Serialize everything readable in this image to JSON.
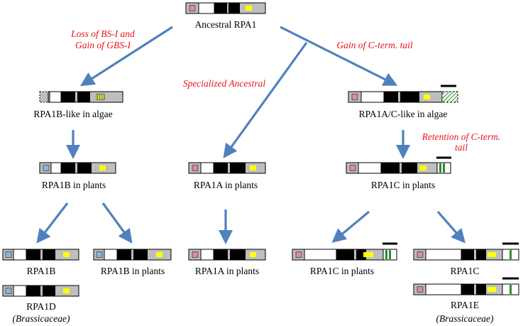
{
  "diagram": {
    "colors": {
      "arrow": "#4f81bd",
      "annotation_text": "#e8141c",
      "domain_pink": "#d98f95",
      "domain_blue": "#8fb4dc",
      "domain_yellow": "#ffff00",
      "domain_gray": "#bebebe",
      "domain_black": "#000000",
      "domain_green": "#2e8b2e",
      "domain_olive": "#7a7a1e"
    },
    "nodes": {
      "ancestral": "Ancestral RPA1",
      "rpa1b_algae": "RPA1B-like in algae",
      "rpa1ac_algae": "RPA1A/C-like in algae",
      "rpa1b_plants": "RPA1B in plants",
      "rpa1a_plants_mid": "RPA1A in plants",
      "rpa1c_plants_mid": "RPA1C in plants",
      "rpa1b_leaf": "RPA1B",
      "rpa1b_plants_leaf": "RPA1B in plants",
      "rpa1a_plants_leaf": "RPA1A in plants",
      "rpa1c_plants_leaf": "RPA1C in plants",
      "rpa1c_leaf": "RPA1C",
      "rpa1d_leaf": "RPA1D",
      "rpa1e_leaf": "RPA1E",
      "brassicaceae_left": "(Brassicaceae)",
      "brassicaceae_right": "(Brassicaceae)"
    },
    "annotations": {
      "loss_line1": "Loss of BS-I and",
      "loss_line2": "Gain of GBS-I",
      "gain_cterm": "Gain of C-term. tail",
      "specialized": "Specialized Ancestral",
      "retention_line1": "Retention of C-term.",
      "retention_line2": "tail"
    }
  }
}
